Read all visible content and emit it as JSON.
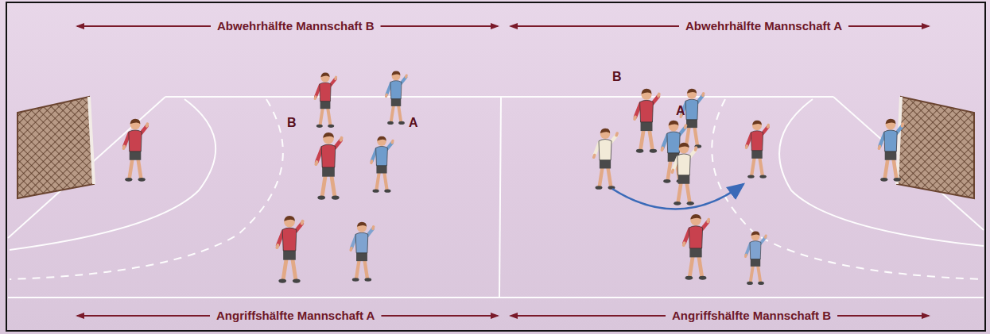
{
  "diagram": {
    "labels": [
      "Abwehrhälfte Mannschaft B",
      "Abwehrhälfte Mannschaft A",
      "B",
      "A",
      "B",
      "A",
      "Angriffshälfte Mannschaft A",
      "Angriffshälfte Mannschaft B"
    ]
  }
}
